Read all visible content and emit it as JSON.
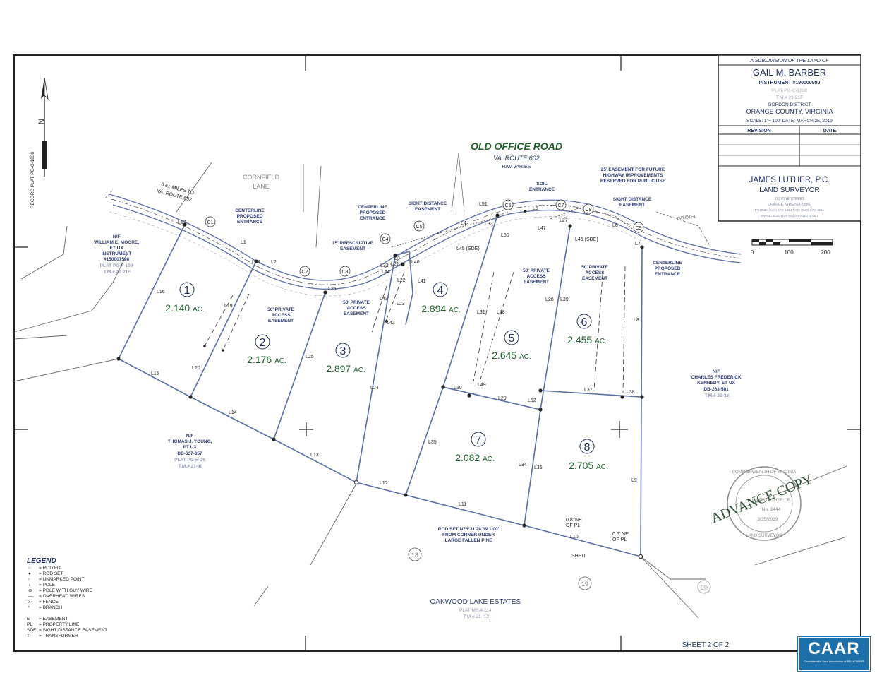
{
  "title_block": {
    "heading": "A SUBDIVISION OF THE LAND OF",
    "owner": "GAIL M. BARBER",
    "instrument": "INSTRUMENT #190000980",
    "plat_ref": "PLAT PG-C-1838",
    "tax_map": "T.M.# 21-21F",
    "district": "GORDON DISTRICT",
    "county": "ORANGE COUNTY, VIRGINIA",
    "scale_date": "SCALE: 1\"= 100'  DATE: MARCH 25, 2019",
    "revision_header": "REVISION",
    "date_header": "DATE",
    "surveyor": "JAMES LUTHER, P.C.",
    "surveyor_title": "LAND SURVEYOR",
    "surveyor_address": "113 PINE STREET",
    "surveyor_city": "ORANGE, VIRGINIA 22960",
    "surveyor_phone": "PHONE: (540) 672-1324    FAX: (540) 672-4621",
    "surveyor_email": "EMAIL: JLSURVEYS@VERIZON.NET"
  },
  "road": {
    "name": "OLD OFFICE ROAD",
    "route": "VA. ROUTE 602",
    "row": "R/W VARIES"
  },
  "north_arrow": {
    "label": "N",
    "record_label": "RECORD PLAT PG-C-1838"
  },
  "scale_bar": {
    "ticks": [
      "0",
      "100",
      "200"
    ]
  },
  "lots": [
    {
      "number": "1",
      "area": "2.140",
      "unit": "AC."
    },
    {
      "number": "2",
      "area": "2.176",
      "unit": "AC."
    },
    {
      "number": "3",
      "area": "2.897",
      "unit": "AC."
    },
    {
      "number": "4",
      "area": "2.894",
      "unit": "AC."
    },
    {
      "number": "5",
      "area": "2.645",
      "unit": "AC."
    },
    {
      "number": "6",
      "area": "2.455",
      "unit": "AC."
    },
    {
      "number": "7",
      "area": "2.082",
      "unit": "AC."
    },
    {
      "number": "8",
      "area": "2.705",
      "unit": "AC."
    }
  ],
  "annotations": {
    "cornfield": "CORNFIELD",
    "lane": "LANE",
    "miles_to_route_1": "0.6± MILES TO",
    "miles_to_route_2": "VA. ROUTE 692",
    "centerline_entrance_1": [
      "CENTERLINE",
      "PROPOSED",
      "ENTRANCE"
    ],
    "centerline_entrance_2": [
      "CENTERLINE",
      "PROPOSED",
      "ENTRANCE"
    ],
    "centerline_entrance_3": [
      "CENTERLINE",
      "PROPOSED",
      "ENTRANCE"
    ],
    "prescriptive_easement": [
      "15' PRESCRIPTIVE",
      "EASEMENT"
    ],
    "sight_easement_1": [
      "SIGHT DISTANCE",
      "EASEMENT"
    ],
    "sight_easement_2": [
      "SIGHT DISTANCE",
      "EASEMENT"
    ],
    "soil_entrance": [
      "SOIL",
      "ENTRANCE"
    ],
    "future_easement": [
      "25' EASEMENT FOR FUTURE",
      "HIGHWAY IMPROVEMENTS",
      "RESERVED FOR PUBLIC USE"
    ],
    "gravel": "GRAVEL",
    "private_easement_1": [
      "50' PRIVATE",
      "ACCESS",
      "EASEMENT"
    ],
    "private_easement_2": [
      "50' PRIVATE",
      "ACCESS",
      "EASEMENT"
    ],
    "private_easement_3": [
      "50' PRIVATE",
      "ACCESS",
      "EASEMENT"
    ],
    "private_easement_4": [
      "50' PRIVATE",
      "ACCESS",
      "EASEMENT"
    ],
    "sde_1": "L45 (SDE)",
    "sde_2": "L46 (SDE)",
    "rod_set_note": [
      "ROD SET N75°31'26\"W 1.00'",
      "FROM CORNER UNDER",
      "LARGE FALLEN PINE"
    ],
    "ne_pl_1": [
      "0.8' NE",
      "OF PL"
    ],
    "ne_pl_2": [
      "0.6' NE",
      "OF PL"
    ],
    "shed": "SHED",
    "sheet": "SHEET 2 OF 2",
    "advance_copy": "ADVANCE COPY",
    "seal_name": "JAMES LUTHER, JR.",
    "seal_no": "No. 2444",
    "seal_date": "3/25/2019",
    "seal_top": "COMMONWEALTH OF VIRGINIA",
    "seal_bottom": "LAND SURVEYOR"
  },
  "adjoiners": [
    {
      "prefix": "N/F",
      "name": "WILLIAM E. MOORE,",
      "suffix": "ET UX",
      "ref1": "INSTRUMENT",
      "ref2": "#150007598",
      "ref3": "PLAT PG-F-109",
      "ref4": "T.M.# 21-21F"
    },
    {
      "prefix": "N/F",
      "name": "THOMAS J. YOUNG,",
      "suffix": "ET UX",
      "ref1": "DB-637-357",
      "ref2": "PLAT PG-H-26",
      "ref3": "T.M.# 21-30"
    },
    {
      "prefix": "N/F",
      "name": "CHARLES FREDERICK",
      "suffix": "KENNEDY, ET UX",
      "ref1": "DB-263-581",
      "ref2": "T.M.# 21-32"
    },
    {
      "name": "OAKWOOD LAKE ESTATES",
      "ref1": "PLAT MB-4-114",
      "ref2": "T.M.# 21-(12)"
    }
  ],
  "neighbor_lots": [
    "18",
    "19",
    "20"
  ],
  "curves": [
    "C1",
    "C2",
    "C3",
    "C4",
    "C5",
    "C6",
    "C7",
    "C8",
    "C9"
  ],
  "segments": [
    "L1",
    "L2",
    "L3",
    "L4",
    "L5",
    "L6",
    "L7",
    "L8",
    "L9",
    "L10",
    "L11",
    "L12",
    "L13",
    "L14",
    "L15",
    "L16",
    "L17",
    "L18",
    "L19",
    "L20",
    "L21",
    "L22",
    "L23",
    "L24",
    "L25",
    "L26",
    "L27",
    "L28",
    "L29",
    "L30",
    "L31",
    "L32",
    "L33",
    "L34",
    "L35",
    "L36",
    "L37",
    "L38",
    "L39",
    "L40",
    "L41",
    "L42",
    "L43",
    "L44",
    "L47",
    "L48",
    "L49",
    "L50",
    "L51",
    "L52"
  ],
  "legend": {
    "title": "LEGEND",
    "items": [
      {
        "sym": "○",
        "text": "= ROD FD"
      },
      {
        "sym": "●",
        "text": "= ROD SET"
      },
      {
        "sym": "◦",
        "text": "= UNMARKED POINT"
      },
      {
        "sym": "∘",
        "text": "= POLE"
      },
      {
        "sym": "⊕",
        "text": "= POLE WITH GUY WIRE"
      },
      {
        "sym": "—",
        "text": "= OVERHEAD WIRES"
      },
      {
        "sym": "-x-",
        "text": "= FENCE"
      },
      {
        "sym": "ᵛ",
        "text": "= BRANCH"
      },
      {
        "sym": "E",
        "text": "= EASEMENT"
      },
      {
        "sym": "PL",
        "text": "= PROPERTY LINE"
      },
      {
        "sym": "SDE",
        "text": "= SIGHT DISTANCE EASEMENT"
      },
      {
        "sym": "T",
        "text": "= TRANSFORMER"
      }
    ]
  },
  "badge": {
    "text": "CAAR",
    "sub": "Charlottesville Area Association of REALTORS®"
  }
}
